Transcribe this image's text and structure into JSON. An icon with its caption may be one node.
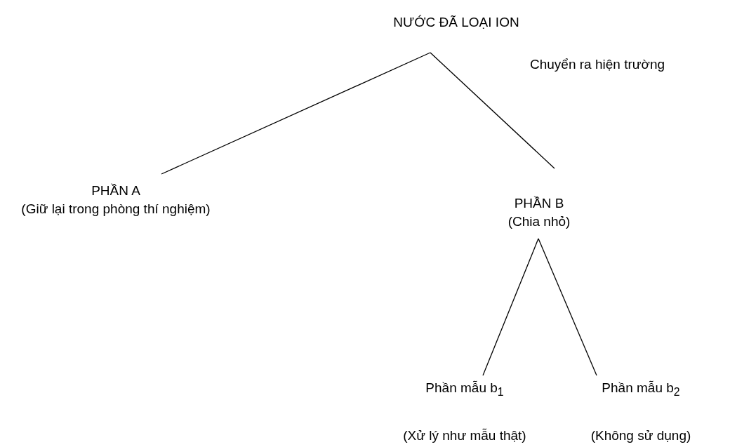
{
  "diagram": {
    "nodes": [
      {
        "text": [
          "NƯỚC ĐÃ LOẠI ION"
        ]
      },
      {
        "text": [
          "PHẦN A",
          "(Giữ lại trong phòng thí nghiệm)"
        ]
      },
      {
        "text": [
          "PHẦN B",
          "(Chia nhỏ)"
        ]
      },
      {
        "text": [
          "Phần mẫu b$_{1}$",
          "(Xử lý như mẫu thật)"
        ]
      },
      {
        "text": [
          "Phần mẫu b$_{2}$",
          "(Không sử dụng)"
        ]
      }
    ],
    "edges": [
      {
        "from": 0,
        "to": 1,
        "arrow": "none"
      },
      {
        "from": 0,
        "to": 2,
        "arrow": "none"
      },
      {
        "from": 2,
        "to": 3,
        "arrow": "none"
      },
      {
        "from": 2,
        "to": 4,
        "arrow": "none"
      }
    ],
    "labels": [
      "Chuyển ra hiện trường"
    ]
  }
}
